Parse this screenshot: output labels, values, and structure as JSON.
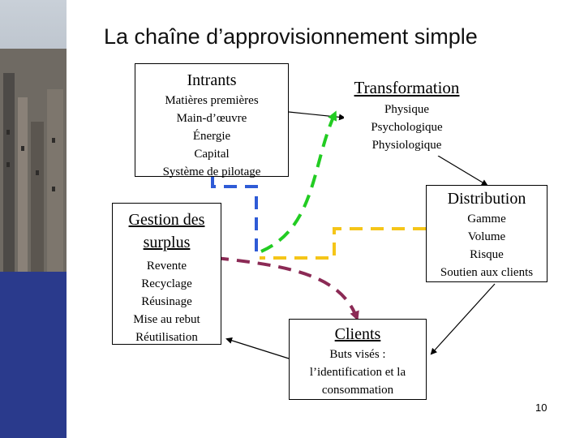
{
  "title": "La chaîne d’approvisionnement simple",
  "page_number": "10",
  "intrants": {
    "heading": "Intrants",
    "items": [
      "Matières premières",
      "Main-d’œuvre",
      "Énergie",
      "Capital",
      "Système de pilotage"
    ]
  },
  "transformation": {
    "heading": "Transformation",
    "items": [
      "Physique",
      "Psychologique",
      "Physiologique"
    ]
  },
  "distribution": {
    "heading": "Distribution",
    "items": [
      "Gamme",
      "Volume",
      "Risque",
      "Soutien aux clients"
    ]
  },
  "surplus": {
    "heading": [
      "Gestion des",
      "surplus"
    ],
    "items": [
      "Revente",
      "Recyclage",
      "Réusinage",
      "Mise au rebut",
      "Réutilisation"
    ]
  },
  "clients": {
    "heading": "Clients",
    "items": [
      "Buts visés :",
      "l’identification et la",
      "consommation"
    ]
  },
  "colors": {
    "blue": "#2f5bd6",
    "green": "#22cc22",
    "yellow": "#f5c518",
    "maroon": "#8b2a55",
    "sidebar_blue": "#2a3a8c"
  }
}
